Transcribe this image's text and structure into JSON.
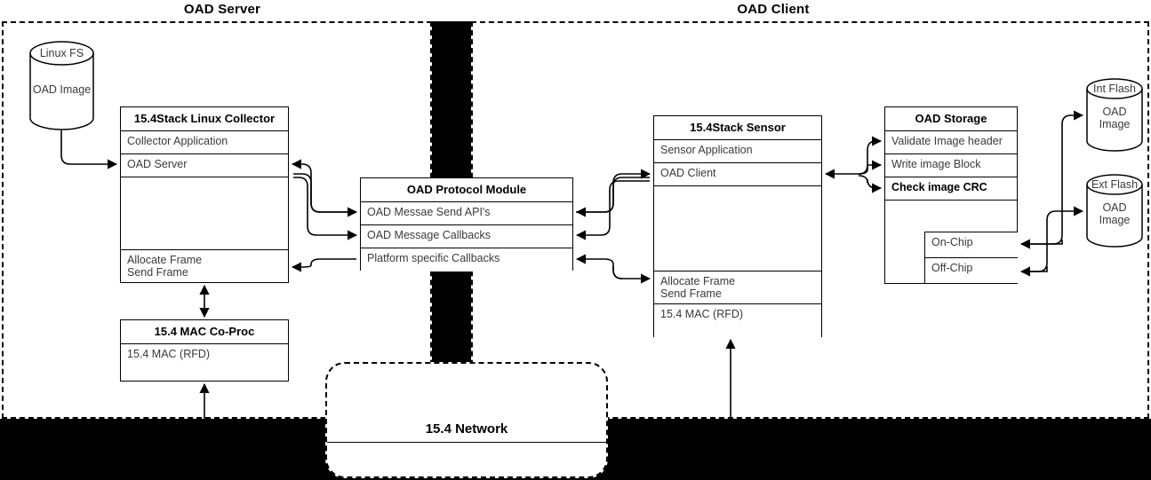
{
  "regions": {
    "server": {
      "title": "OAD Server"
    },
    "client": {
      "title": "OAD Client"
    }
  },
  "linux_fs": {
    "top_label": "Linux\nFS",
    "body_label": "OAD Image"
  },
  "collector": {
    "title": "15.4Stack Linux Collector",
    "rows": [
      "Collector Application",
      "OAD Server",
      "",
      "Allocate Frame\nSend Frame"
    ]
  },
  "mac_coproc": {
    "title": "15.4 MAC Co-Proc",
    "rows": [
      "15.4 MAC (RFD)"
    ]
  },
  "protocol_module": {
    "title": "OAD Protocol Module",
    "rows": [
      "OAD Messae Send API's",
      "OAD Message Callbacks",
      "Platform specific Callbacks"
    ]
  },
  "network": {
    "label": "15.4 Network"
  },
  "sensor": {
    "title": "15.4Stack Sensor",
    "rows": [
      "Sensor Application",
      "OAD Client",
      "",
      "Allocate Frame\nSend Frame",
      "15.4 MAC (RFD)"
    ]
  },
  "oad_storage": {
    "title": "OAD Storage",
    "rows": [
      "Validate Image header",
      "Write image Block",
      "Check image CRC"
    ],
    "chips": [
      "On-Chip",
      "Off-Chip"
    ]
  },
  "int_flash": {
    "top_label": "Int Flash",
    "body_label": "OAD\nImage"
  },
  "ext_flash": {
    "top_label": "Ext Flash",
    "body_label": "OAD\nImage"
  },
  "colors": {
    "line": "#000000",
    "box_fill": "#ffffff",
    "row_text": "#3a3a3a",
    "band": "#000000"
  }
}
